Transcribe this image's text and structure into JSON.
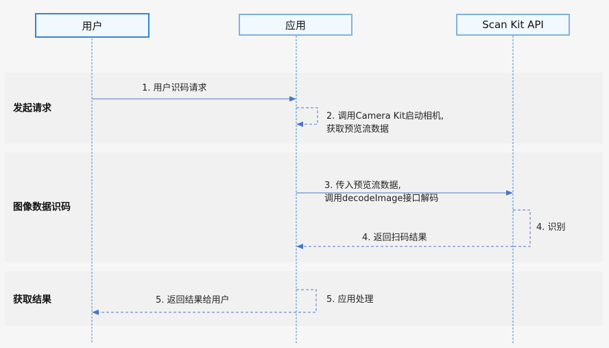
{
  "actors": [
    {
      "name": "用户"
    },
    {
      "name": "应用"
    },
    {
      "name": "Scan Kit API"
    }
  ],
  "phases": [
    {
      "label": "发起请求"
    },
    {
      "label": "图像数据识码"
    },
    {
      "label": "获取结果"
    }
  ],
  "messages": [
    {
      "lines": [
        "1. 用户识码请求"
      ],
      "type": "solid"
    },
    {
      "lines": [
        "2. 调用Camera Kit启动相机,",
        "获取预览流数据"
      ],
      "type": "self-dashed"
    },
    {
      "lines": [
        "3. 传入预览流数据,",
        "调用decodeImage接口解码"
      ],
      "type": "solid"
    },
    {
      "lines": [
        "4. 识别"
      ],
      "type": "self-dashed"
    },
    {
      "lines": [
        "4. 返回扫码结果"
      ],
      "type": "dashed-return"
    },
    {
      "lines": [
        "5. 应用处理"
      ],
      "type": "self-dashed"
    },
    {
      "lines": [
        "5. 返回结果给用户"
      ],
      "type": "dashed-return"
    }
  ],
  "colors": {
    "line": "#4a78c8",
    "lifeline": "#3f8fd8",
    "band": "#f1f1f1",
    "actor_border": "#7db3e0"
  }
}
